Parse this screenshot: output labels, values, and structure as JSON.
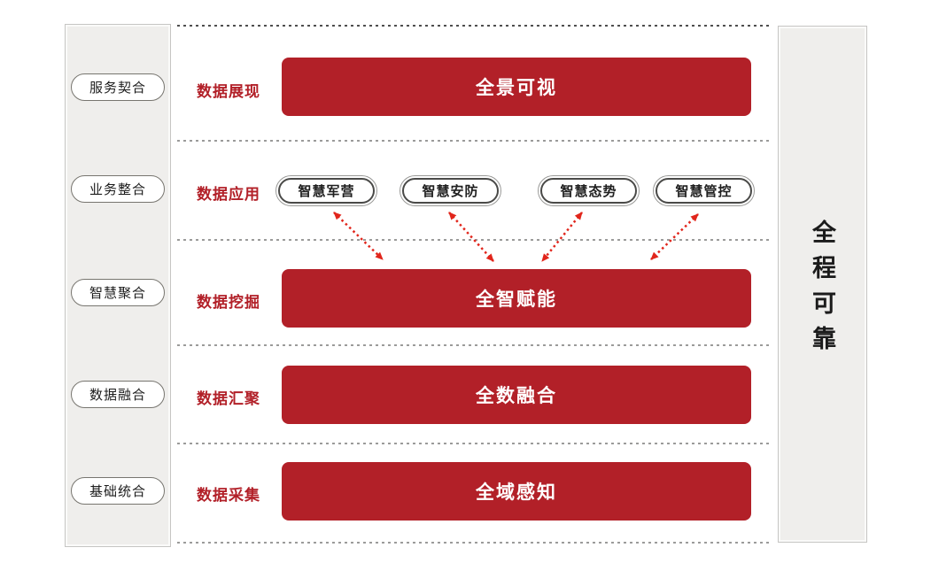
{
  "diagram": {
    "left_rail": {
      "items": [
        {
          "label": "服务契合"
        },
        {
          "label": "业务整合"
        },
        {
          "label": "智慧聚合"
        },
        {
          "label": "数据融合"
        },
        {
          "label": "基础统合"
        }
      ]
    },
    "right_rail": {
      "title": "全程可靠"
    },
    "layers": [
      {
        "label": "数据展现",
        "bar": "全景可视"
      },
      {
        "label": "数据应用",
        "apps": [
          {
            "label": "智慧军营"
          },
          {
            "label": "智慧安防"
          },
          {
            "label": "智慧态势"
          },
          {
            "label": "智慧管控"
          }
        ]
      },
      {
        "label": "数据挖掘",
        "bar": "全智赋能"
      },
      {
        "label": "数据汇聚",
        "bar": "全数融合"
      },
      {
        "label": "数据采集",
        "bar": "全域感知"
      }
    ],
    "colors": {
      "bar_red": "#B22028",
      "label_red": "#B22028",
      "arrow_red": "#E1251B",
      "rail_bg": "#EFEEEC"
    }
  }
}
